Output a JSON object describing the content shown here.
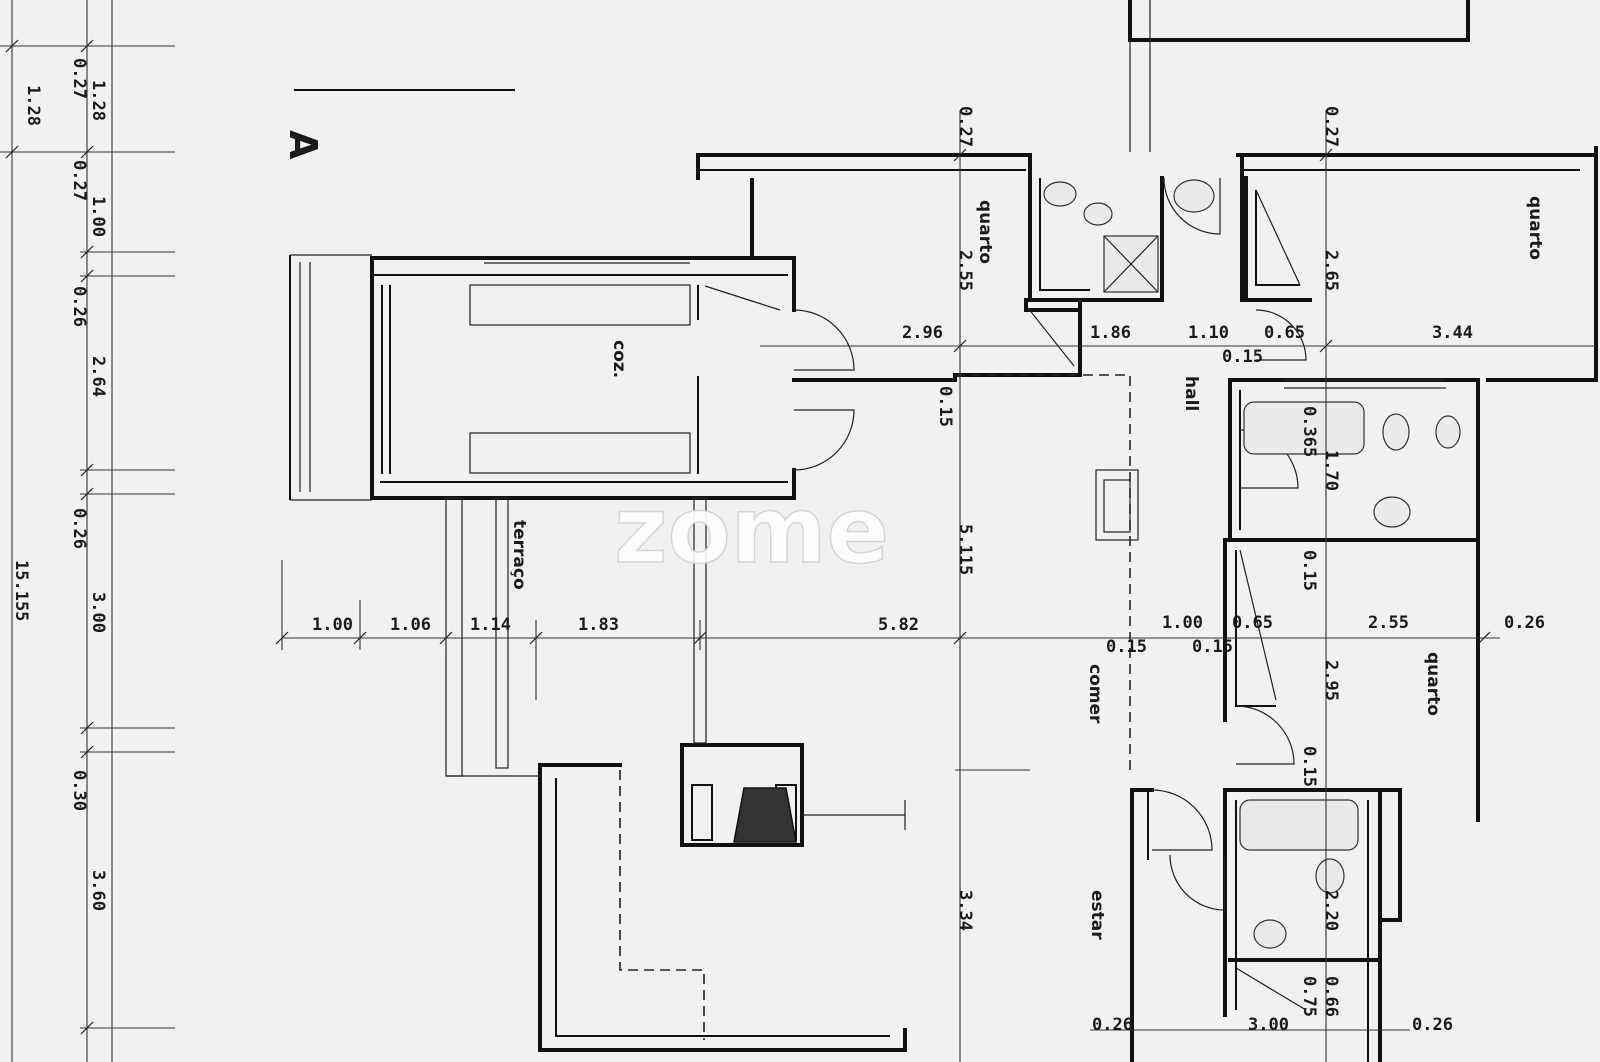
{
  "section_label": "A",
  "watermark": "zome",
  "rooms": {
    "quarto": "quarto",
    "coz": "coz.",
    "hall": "hall",
    "terraco": "terraço",
    "comer": "comer",
    "estar": "estar"
  },
  "dimensions": {
    "left_outer": [
      "1.28",
      "15.155"
    ],
    "left_mid": [
      "0.27",
      "0.27",
      "0.26",
      "0.26",
      "0.30"
    ],
    "left_inner": [
      "1.28",
      "1.00",
      "2.64",
      "3.00",
      "3.60"
    ],
    "top_verticals": [
      "0.27",
      "0.27",
      "2.55",
      "2.65"
    ],
    "upper_row": [
      "2.96",
      "1.86",
      "1.10",
      "0.65",
      "3.44",
      "0.15"
    ],
    "mid_verticals": [
      "0.15",
      "5.115",
      "0.365",
      "1.70",
      "0.15",
      "2.95",
      "0.15",
      "3.34",
      "2.20",
      "0.75",
      "0.66"
    ],
    "middle_row": [
      "1.00",
      "1.06",
      "1.14",
      "1.83",
      "5.82",
      "1.00",
      "0.65",
      "2.55",
      "0.26",
      "0.15",
      "0.15"
    ],
    "bottom_row": [
      "0.26",
      "3.00",
      "0.26"
    ]
  }
}
